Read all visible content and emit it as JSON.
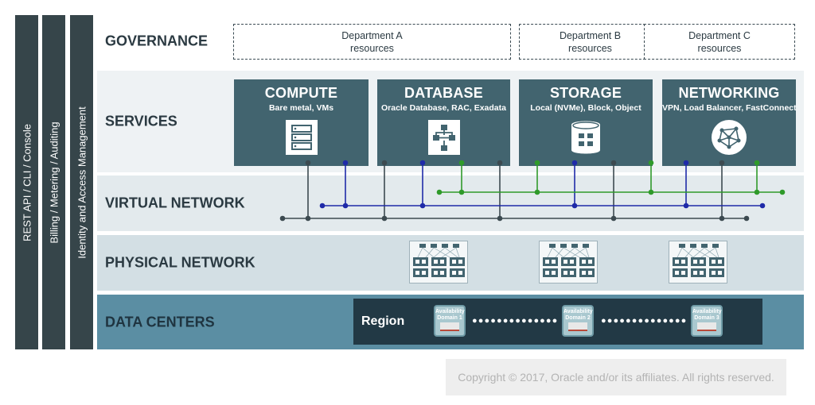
{
  "side_bars": [
    {
      "label": "REST API / CLI / Console"
    },
    {
      "label": "Billing / Metering / Auditing"
    },
    {
      "label": "Identity and Access Management"
    }
  ],
  "layers": {
    "governance": "GOVERNANCE",
    "services": "SERVICES",
    "virtual_network": "VIRTUAL NETWORK",
    "physical_network": "PHYSICAL NETWORK",
    "data_centers": "DATA CENTERS"
  },
  "departments": [
    {
      "label": "Department A\nresources"
    },
    {
      "label": "Department B\nresources"
    },
    {
      "label": "Department C\nresources"
    }
  ],
  "services": [
    {
      "title": "COMPUTE",
      "subtitle": "Bare metal, VMs",
      "icon": "server-icon"
    },
    {
      "title": "DATABASE",
      "subtitle": "Oracle Database, RAC, Exadata",
      "icon": "database-network-icon"
    },
    {
      "title": "STORAGE",
      "subtitle": "Local (NVMe), Block, Object",
      "icon": "storage-cylinder-icon"
    },
    {
      "title": "NETWORKING",
      "subtitle": "VPN, Load Balancer, FastConnect",
      "icon": "network-mesh-icon"
    }
  ],
  "region": {
    "label": "Region",
    "domains": [
      {
        "label": "Availability\nDomain 1"
      },
      {
        "label": "Availability\nDomain 2"
      },
      {
        "label": "Availability\nDomain 3"
      }
    ]
  },
  "colors": {
    "dark_bar": "#36454a",
    "service_box": "#42646f",
    "data_center_band": "#5b8ea3",
    "region_box": "#223945",
    "line_dark": "#3c4a50",
    "line_blue": "#1f2aa8",
    "line_green": "#2f9a2a"
  },
  "copyright": "Copyright © 2017, Oracle and/or its affiliates. All rights reserved."
}
